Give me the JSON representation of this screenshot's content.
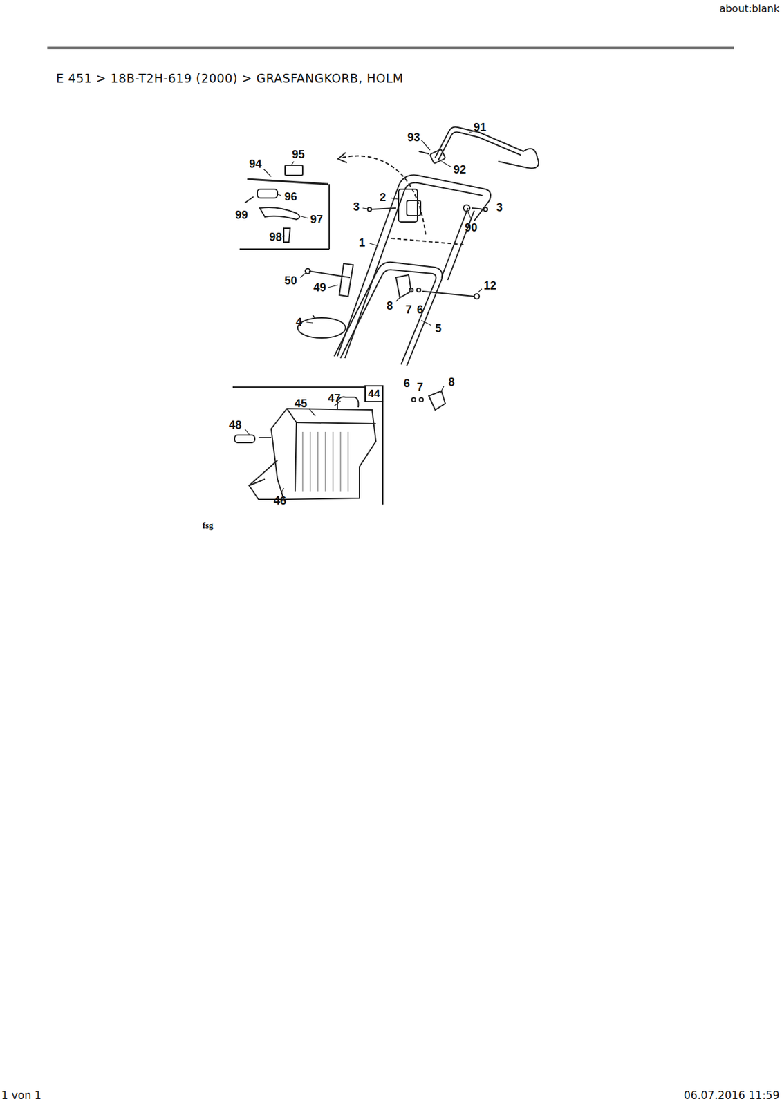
{
  "diagram": {
    "title": "E 451  >  18B-T2H-619 (2000)  >  GRASFANGKORB, HOLM",
    "nodes": [
      {
        "text": [
          "44"
        ]
      }
    ],
    "labels": [
      "about:blank",
      "93",
      "91",
      "92",
      "94",
      "95",
      "96",
      "99",
      "97",
      "98",
      "2",
      "3",
      "3",
      "90",
      "1",
      "50",
      "49",
      "12",
      "8",
      "7",
      "6",
      "4",
      "5",
      "6",
      "7",
      "8",
      "45",
      "47",
      "48",
      "46",
      "fsg",
      "1 von 1",
      "06.07.2016 11:59"
    ]
  }
}
